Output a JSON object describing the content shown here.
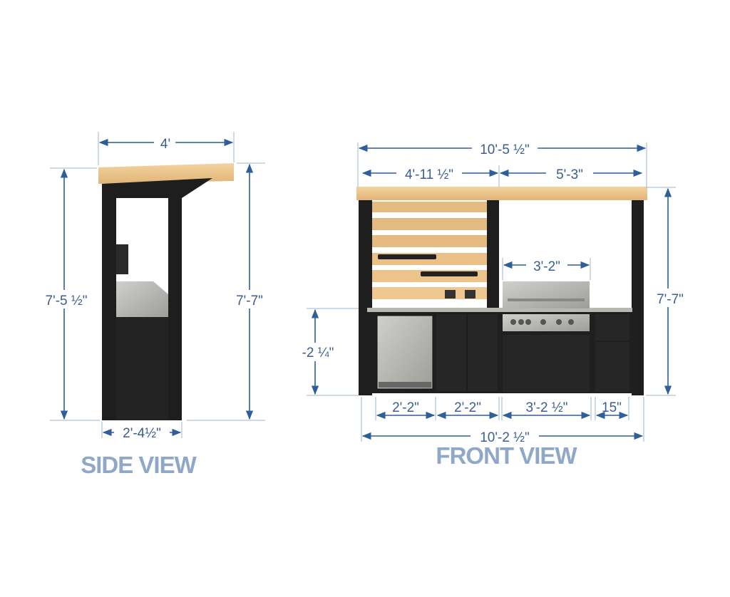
{
  "side_view": {
    "title": "SIDE VIEW",
    "width_top": "4'",
    "height_left": "7'-5 ½\"",
    "height_right": "7'-7\"",
    "base_width": "2'-4½\""
  },
  "front_view": {
    "title": "FRONT VIEW",
    "overall_roof_width": "10'-5 ½\"",
    "left_section_width": "4'-11 ½\"",
    "right_section_width": "5'-3\"",
    "grill_hood_width": "3'-2\"",
    "height_right": "7'-7\"",
    "counter_height": "-2 ¼\"",
    "cabinet_widths": [
      "2'-2\"",
      "2'-2\"",
      "3'-2 ½\"",
      "15\""
    ],
    "overall_base_width": "10'-2 ½\""
  },
  "colors": {
    "dimension": "#2f5f9a",
    "title": "#8fa8c8",
    "wood": "#e9bf85",
    "frame": "#1e1e1e",
    "steel": "#b9bab5"
  }
}
